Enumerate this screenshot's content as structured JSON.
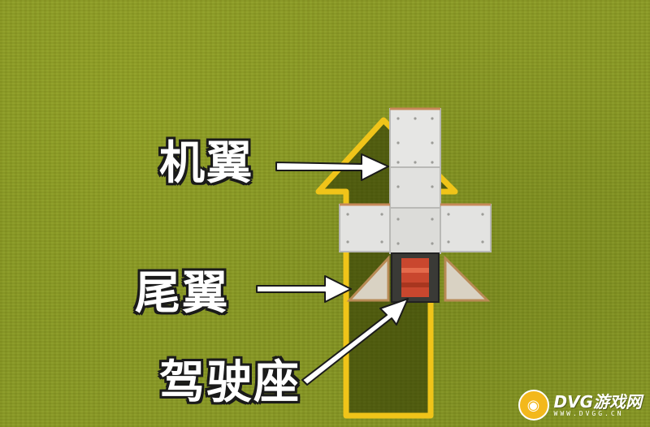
{
  "labels": {
    "wing": "机翼",
    "tail": "尾翼",
    "seat": "驾驶座"
  },
  "watermark": {
    "name": "DVG游戏网",
    "domain": "WWW.DVGG.CN",
    "logo_icon": "gamepad-icon"
  },
  "colors": {
    "grass": "#8a9a22",
    "outline": "#f0c419",
    "metal": "#e6e6e4",
    "seat": "#c9472e",
    "text": "#ffffff",
    "text_stroke": "#1a1a1a"
  }
}
